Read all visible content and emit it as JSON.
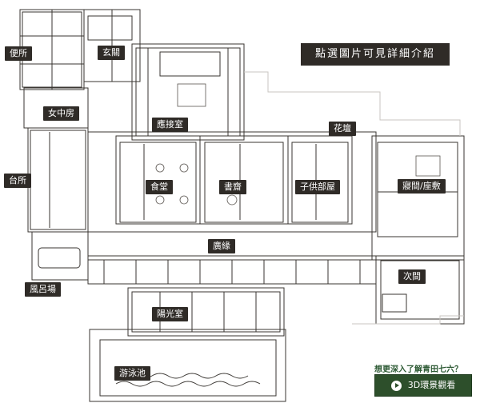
{
  "banner_text": "點選圖片可見詳細介紹",
  "rooms": {
    "toilet": "便所",
    "entrance": "玄關",
    "maid_room": "女中房",
    "reception": "應接室",
    "garden": "花壇",
    "kitchen": "台所",
    "dining": "食堂",
    "study": "書齋",
    "kids_room": "子供部屋",
    "bedroom": "寢間/座敷",
    "veranda": "廣緣",
    "bath": "風呂場",
    "next_room": "次間",
    "sunroom": "陽光室",
    "pool": "游泳池"
  },
  "cta": {
    "question": "想更深入了解青田七六？",
    "button_label": "3D環景觀看"
  },
  "colors": {
    "label_bg": "#2f2b27",
    "button_bg": "#2d4f2b",
    "accent_text": "#2d5a34",
    "line": "#3a3632"
  }
}
